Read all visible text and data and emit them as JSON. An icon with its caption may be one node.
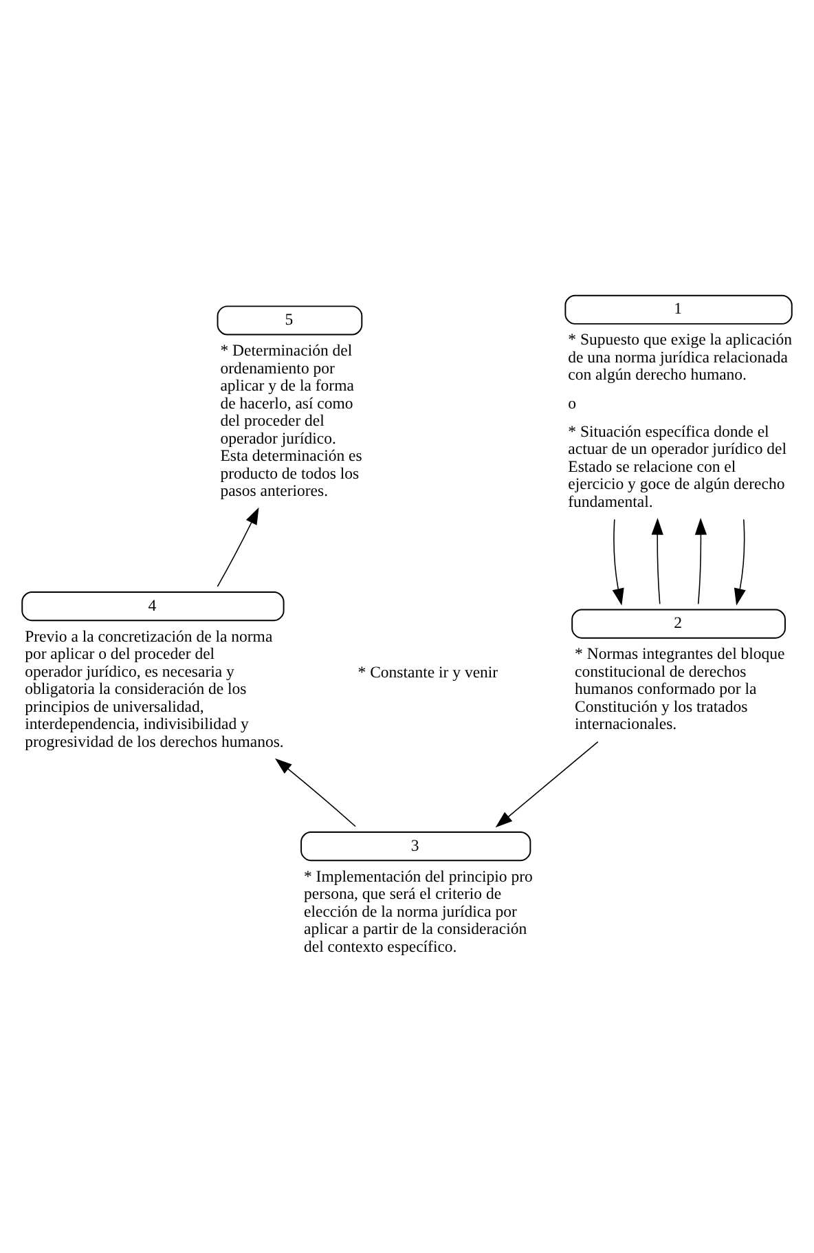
{
  "diagram": {
    "nodes": [
      {
        "text": [
          "1",
          "* Supuesto que exige la aplicación de una norma jurídica relacionada con algún derecho humano.",
          "o",
          "* Situación específica donde el actuar de un operador jurídico del Estado se relacione con el ejercicio y goce de algún derecho fundamental."
        ]
      },
      {
        "text": [
          "2",
          "* Normas integrantes del bloque constitucional de derechos humanos conformado por la Constitución y los tratados internacionales."
        ]
      },
      {
        "text": [
          "3",
          "* Implementación del principio pro persona, que será el criterio de elección de la norma jurídica por aplicar a partir de la consideración del contexto específico."
        ]
      },
      {
        "text": [
          "4",
          "Previo a la concretización de la norma por aplicar o del proceder del operador jurídico, es necesaria y obligatoria la consideración de los principios de universalidad, interdependencia, indivisibilidad y progresividad de los derechos humanos."
        ]
      },
      {
        "text": [
          "5",
          "* Determinación del ordenamiento por aplicar y de la forma de hacerlo, así como del proceder del operador jurídico. Esta determinación es producto de todos los pasos anteriores."
        ]
      }
    ],
    "edges": [
      {
        "from": 1,
        "to": 0,
        "arrow": "to"
      },
      {
        "from": 0,
        "to": 1,
        "arrow": "to"
      },
      {
        "from": 1,
        "to": 0,
        "arrow": "to"
      },
      {
        "from": 0,
        "to": 1,
        "arrow": "to"
      },
      {
        "from": 1,
        "to": 2,
        "arrow": "to"
      },
      {
        "from": 2,
        "to": 3,
        "arrow": "to"
      },
      {
        "from": 3,
        "to": 4,
        "arrow": "to"
      }
    ],
    "labels": [
      "* Constante ir y venir"
    ]
  }
}
